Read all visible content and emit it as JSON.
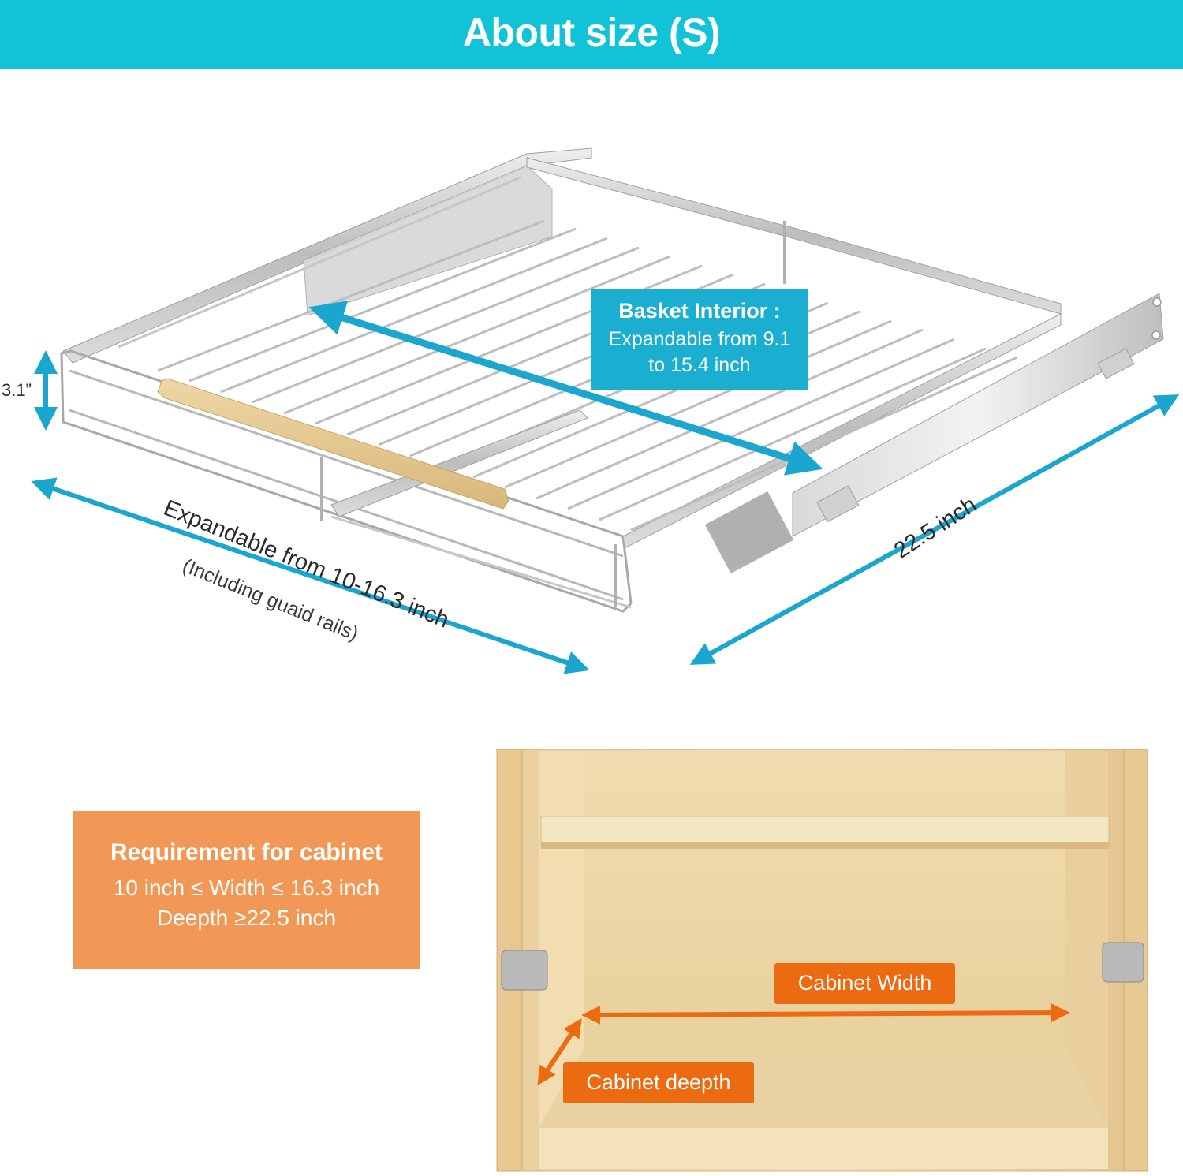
{
  "header": {
    "title": "About size (S)"
  },
  "dimensions": {
    "width_label": "Expandable from 10-16.3 inch",
    "width_sublabel": "(Including guaid rails)",
    "depth_label": "22.5 inch",
    "height_label": "3.1”"
  },
  "interior_box": {
    "title": "Basket Interior :",
    "line1": "Expandable from 9.1",
    "line2": "to 15.4 inch"
  },
  "requirement_box": {
    "title": "Requirement for cabinet",
    "line1": "10 inch ≤ Width ≤ 16.3 inch",
    "line2": "Deepth ≥22.5 inch"
  },
  "cabinet": {
    "width_label": "Cabinet Width",
    "depth_label": "Cabinet deepth"
  },
  "colors": {
    "header": "#12c2d6",
    "dimension_arrow": "#1aa6cf",
    "interior_box": "#1aafd1",
    "requirement_box": "#f29857",
    "cabinet_tag": "#ec6a10"
  }
}
